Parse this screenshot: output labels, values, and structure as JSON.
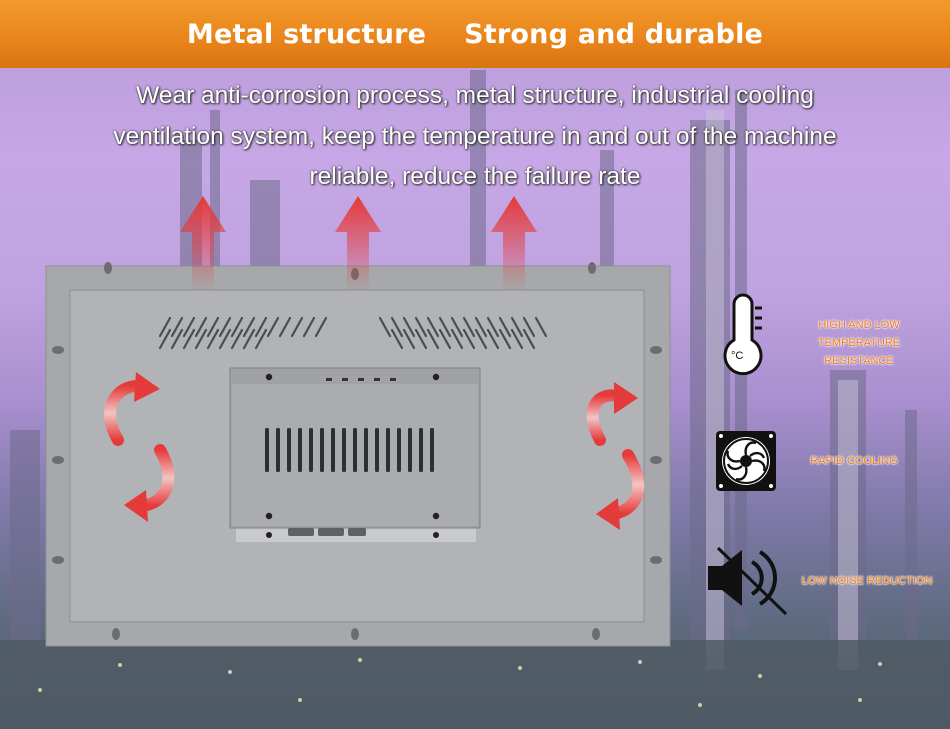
{
  "banner": {
    "left": "Metal structure",
    "right": "Strong and durable"
  },
  "description": {
    "line1": "Wear anti-corrosion process, metal structure, industrial cooling",
    "line2": "ventilation system, keep the temperature in and out of the machine",
    "line3": "reliable, reduce the failure rate"
  },
  "features": [
    {
      "line1": "HIGH AND LOW",
      "line2": "TEMPERATURE RESISTANCE",
      "icon": "thermometer-icon"
    },
    {
      "line1": "RAPID COOLING",
      "line2": "",
      "icon": "fan-icon"
    },
    {
      "line1": "LOW NOISE REDUCTION",
      "line2": "",
      "icon": "mute-speaker-icon"
    }
  ],
  "colors": {
    "banner": "#e8841a",
    "feature_text": "#f07a10",
    "arrow": "#e53a3a",
    "panel": "#a8aaad"
  }
}
